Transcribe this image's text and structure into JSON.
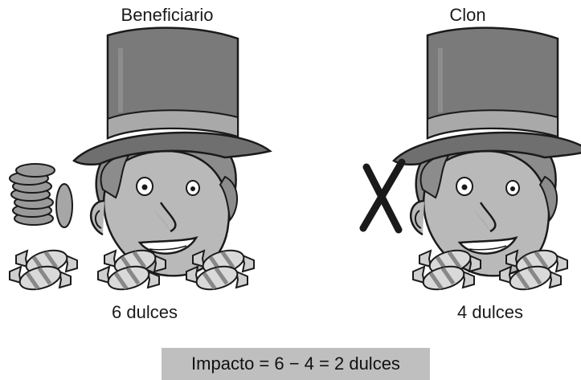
{
  "figure": {
    "left": {
      "title": "Beneficiario",
      "count": "6 dulces"
    },
    "right": {
      "title": "Clon",
      "count": "4 dulces"
    },
    "impact": "Impacto = 6 − 4 = 2 dulces"
  },
  "colors": {
    "face": "#b9b9b9",
    "hat": "#7a7a7a",
    "band": "#a9a9a9",
    "hair": "#8c8c8c",
    "outline": "#1a1a1a",
    "candy": "#cfcfcf",
    "impact_bg": "#bfbfbf"
  }
}
